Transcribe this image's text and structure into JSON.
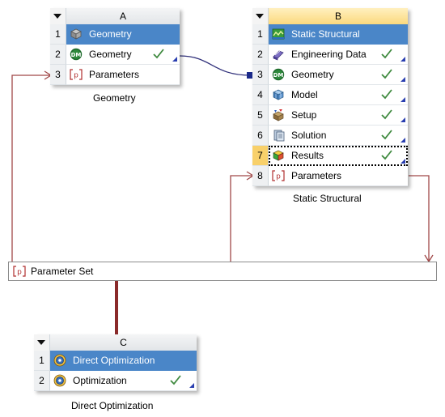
{
  "colors": {
    "selected_row": "#4a86c8",
    "header_selected": "#fbd97d",
    "link_parameter": "#a04848",
    "link_data": "#30307a",
    "check": "#3f8a3f",
    "status_corner": "#2a3fb0"
  },
  "system_a": {
    "column": "A",
    "caption": "Geometry",
    "rows": [
      {
        "num": "1",
        "label": "Geometry",
        "icon": "geometry-system-icon",
        "selected": true
      },
      {
        "num": "2",
        "label": "Geometry",
        "icon": "designmodeler-icon",
        "status": "up-to-date-check"
      },
      {
        "num": "3",
        "label": "Parameters",
        "icon": "parameters-icon"
      }
    ]
  },
  "system_b": {
    "column": "B",
    "caption": "Static Structural",
    "rows": [
      {
        "num": "1",
        "label": "Static Structural",
        "icon": "static-structural-icon",
        "selected": true
      },
      {
        "num": "2",
        "label": "Engineering Data",
        "icon": "engineering-data-icon",
        "status": "up-to-date-check"
      },
      {
        "num": "3",
        "label": "Geometry",
        "icon": "designmodeler-icon",
        "status": "up-to-date-check"
      },
      {
        "num": "4",
        "label": "Model",
        "icon": "model-icon",
        "status": "up-to-date-check"
      },
      {
        "num": "5",
        "label": "Setup",
        "icon": "setup-icon",
        "status": "up-to-date-check"
      },
      {
        "num": "6",
        "label": "Solution",
        "icon": "solution-icon",
        "status": "up-to-date-check"
      },
      {
        "num": "7",
        "label": "Results",
        "icon": "results-icon",
        "status": "up-to-date-check"
      },
      {
        "num": "8",
        "label": "Parameters",
        "icon": "parameters-icon"
      }
    ]
  },
  "parameter_set": {
    "label": "Parameter Set",
    "icon": "parameters-icon"
  },
  "system_c": {
    "column": "C",
    "caption": "Direct Optimization",
    "rows": [
      {
        "num": "1",
        "label": "Direct Optimization",
        "icon": "direct-optimization-icon",
        "selected": true
      },
      {
        "num": "2",
        "label": "Optimization",
        "icon": "direct-optimization-icon",
        "status": "up-to-date-check"
      }
    ]
  }
}
